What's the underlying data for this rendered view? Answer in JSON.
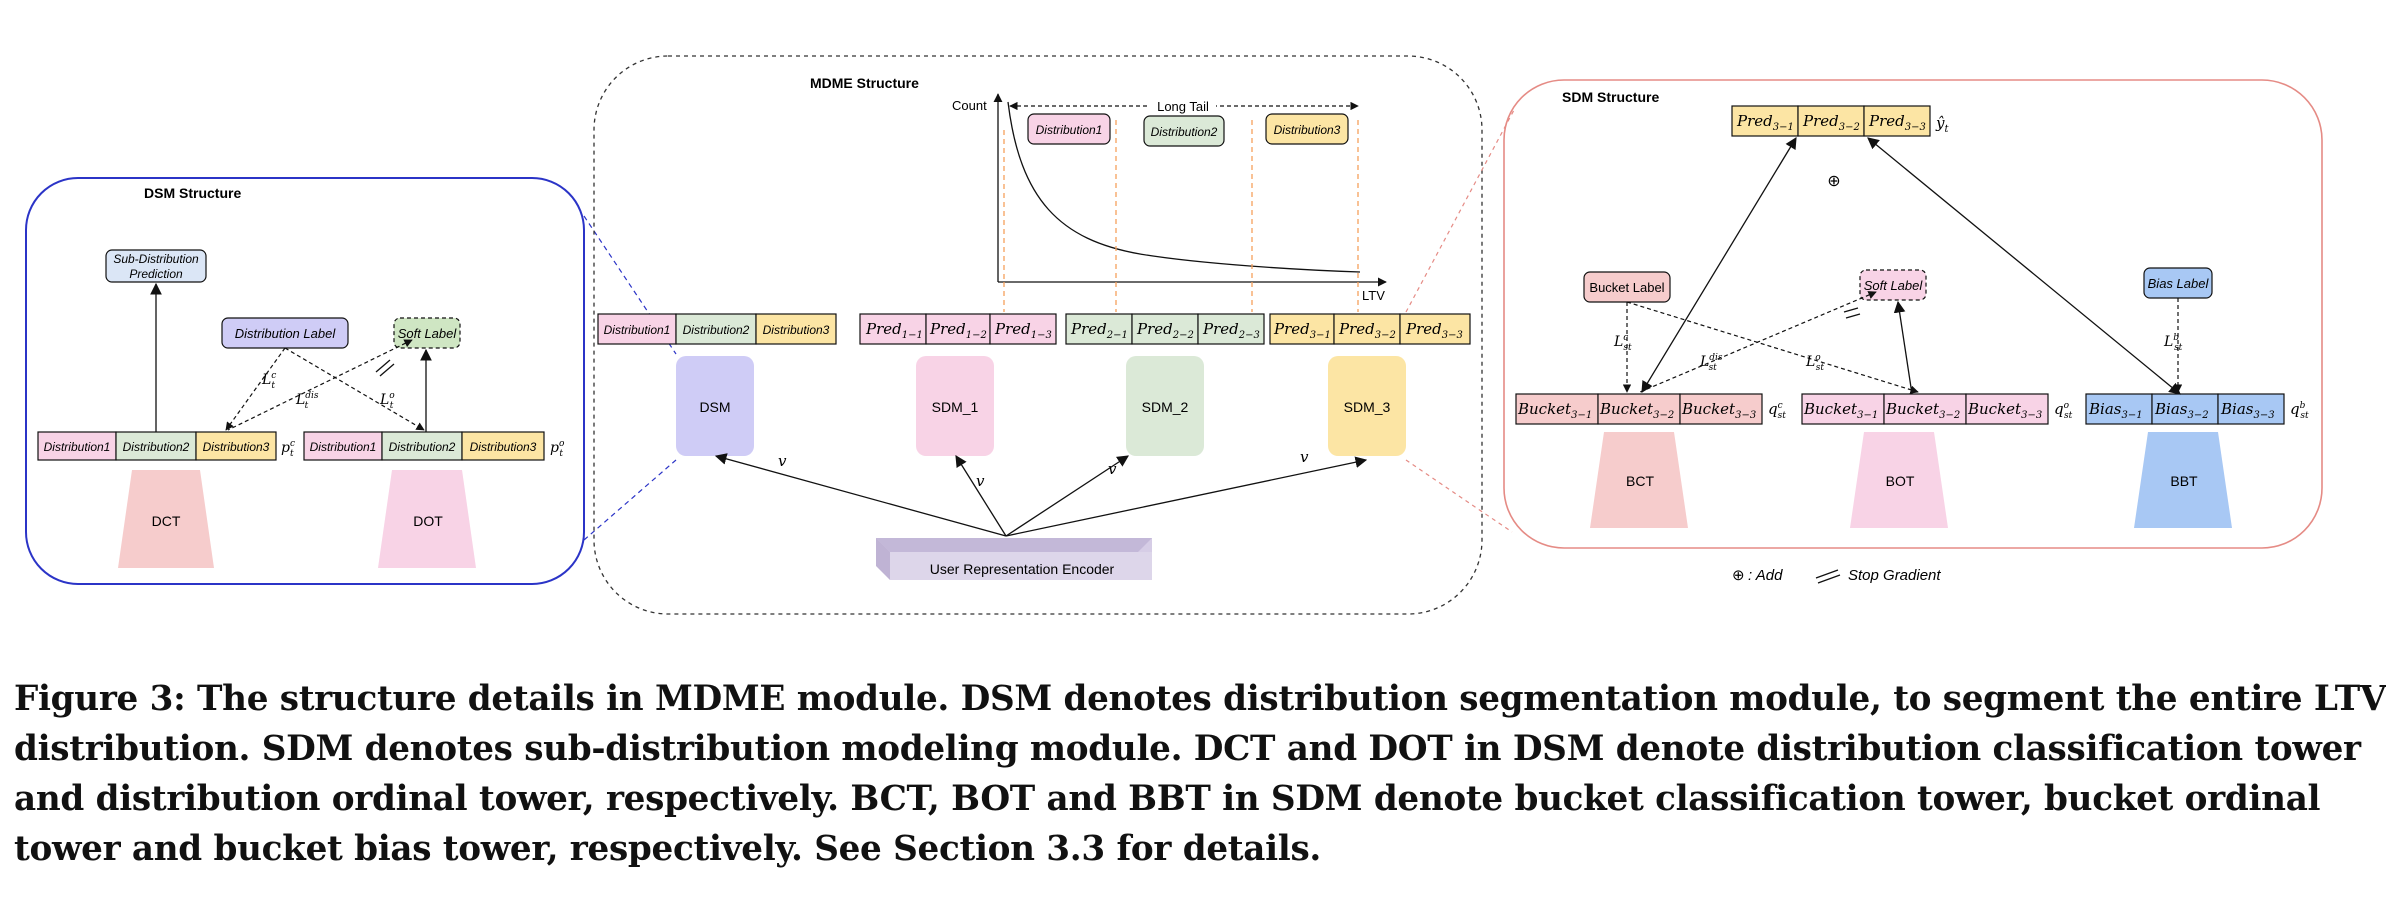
{
  "colors": {
    "pink": "#f8d3e6",
    "green": "#dbe9d7",
    "yellow": "#fce5a4",
    "purple": "#cfccf6",
    "red_light": "#f6cccc",
    "blue_light": "#a8c8f4",
    "dsm_border": "#2b34c7",
    "sdm_border": "#e58b85",
    "orange_dash": "#f6a05c"
  },
  "dsm_structure": {
    "title": "DSM Structure",
    "sub_pred": [
      "Sub-Distribution",
      "Prediction"
    ],
    "dist_label": "Distribution Label",
    "soft_label": "Soft Label",
    "bar1": [
      "Distribution1",
      "Distribution2",
      "Distribution3"
    ],
    "bar2": [
      "Distribution1",
      "Distribution2",
      "Distribution3"
    ],
    "p_c": "p",
    "p_c_sup": "c",
    "p_c_sub": "t",
    "p_o": "p",
    "p_o_sup": "o",
    "p_o_sub": "t",
    "lc": "L",
    "lc_sup": "c",
    "lc_sub": "t",
    "ldis": "L",
    "ldis_sup": "dis",
    "ldis_sub": "t",
    "lo": "L",
    "lo_sup": "o",
    "lo_sub": "t",
    "tower1": "DCT",
    "tower2": "DOT"
  },
  "mdme": {
    "title": "MDME Structure",
    "count": "Count",
    "long_tail": "Long Tail",
    "ltv": "LTV",
    "dist_tags": [
      "Distribution1",
      "Distribution2",
      "Distribution3"
    ],
    "dsm_bar": [
      "Distribution1",
      "Distribution2",
      "Distribution3"
    ],
    "pred1": [
      [
        "Pred",
        "1−1"
      ],
      [
        "Pred",
        "1−2"
      ],
      [
        "Pred",
        "1−3"
      ]
    ],
    "pred2": [
      [
        "Pred",
        "2−1"
      ],
      [
        "Pred",
        "2−2"
      ],
      [
        "Pred",
        "2−3"
      ]
    ],
    "pred3": [
      [
        "Pred",
        "3−1"
      ],
      [
        "Pred",
        "3−2"
      ],
      [
        "Pred",
        "3−3"
      ]
    ],
    "modules": [
      "DSM",
      "SDM_1",
      "SDM_2",
      "SDM_3"
    ],
    "v": "v",
    "encoder": "User Representation Encoder"
  },
  "sdm_structure": {
    "title": "SDM Structure",
    "top": [
      [
        "Pred",
        "3−1"
      ],
      [
        "Pred",
        "3−2"
      ],
      [
        "Pred",
        "3−3"
      ]
    ],
    "y_hat": "ŷ",
    "y_hat_sub": "t",
    "plus": "⊕",
    "bucket_label": "Bucket Label",
    "soft_label": "Soft Label",
    "bias_label": "Bias Label",
    "bucket1": [
      [
        "Bucket",
        "3−1"
      ],
      [
        "Bucket",
        "3−2"
      ],
      [
        "Bucket",
        "3−3"
      ]
    ],
    "bucket2": [
      [
        "Bucket",
        "3−1"
      ],
      [
        "Bucket",
        "3−2"
      ],
      [
        "Bucket",
        "3−3"
      ]
    ],
    "bias": [
      [
        "Bias",
        "3−1"
      ],
      [
        "Bias",
        "3−2"
      ],
      [
        "Bias",
        "3−3"
      ]
    ],
    "q_c": "q",
    "q_c_sup": "c",
    "q_c_sub": "st",
    "q_o": "q",
    "q_o_sup": "o",
    "q_o_sub": "st",
    "q_b": "q",
    "q_b_sup": "b",
    "q_b_sub": "st",
    "lc": "L",
    "lc_sup": "c",
    "lc_sub": "st",
    "ldis": "L",
    "ldis_sup": "dis",
    "ldis_sub": "st",
    "lo": "L",
    "lo_sup": "o",
    "lo_sub": "st",
    "lb": "L",
    "lb_sup": "b",
    "lb_sub": "st",
    "towers": [
      "BCT",
      "BOT",
      "BBT"
    ]
  },
  "legend": {
    "add_symbol": "⊕",
    "add_label": ": Add",
    "stop_label": "Stop Gradient"
  },
  "caption": [
    "Figure 3: The structure details in MDME module. DSM denotes distribution segmentation module, to segment the entire LTV",
    "distribution. SDM denotes sub-distribution modeling module. DCT and DOT in DSM denote distribution classification tower",
    "and distribution ordinal tower, respectively. BCT, BOT and BBT in SDM denote bucket classification tower, bucket ordinal",
    "tower and bucket bias tower, respectively. See Section 3.3 for details."
  ]
}
